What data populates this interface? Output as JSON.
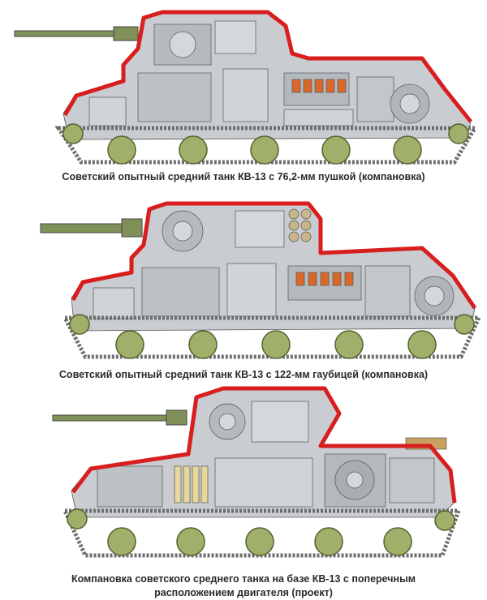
{
  "captions": {
    "kv13_76mm": "Советский опытный средний танк КВ-13 с 76,2-мм пушкой (компановка)",
    "kv13_122mm": "Советский опытный средний танк КВ-13 с 122-мм гаубицей (компановка)",
    "kv13_transverse_line1": "Компановка советского среднего танка на базе КВ-13 с поперечным",
    "kv13_transverse_line2": "расположением двигателя (проект)"
  },
  "colors": {
    "armor_outline": "#d81e1e",
    "interior": "#c9cdd1",
    "wheels": "#9fb06a",
    "track": "#6e6e6e",
    "hull_green": "#8aa060"
  }
}
